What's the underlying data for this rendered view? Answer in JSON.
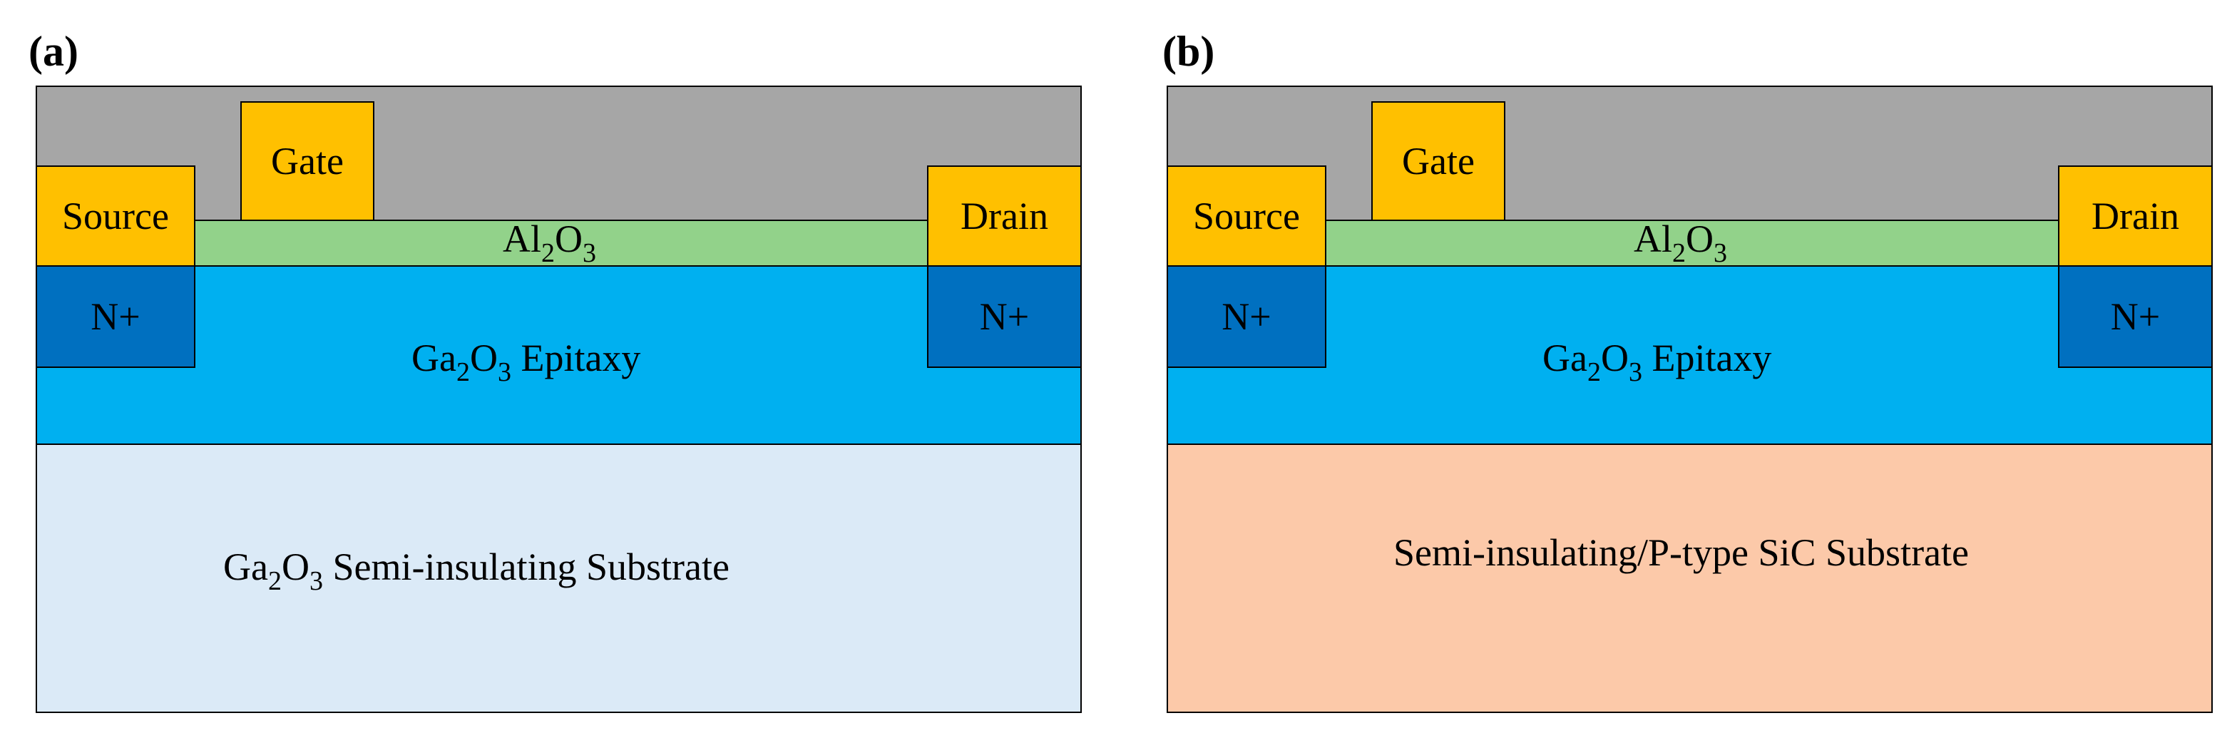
{
  "panels": [
    {
      "label": "(a)",
      "gate": "Gate",
      "source": "Source",
      "drain": "Drain",
      "oxide": {
        "p1": "Al",
        "s1": "2",
        "p2": "O",
        "s2": "3"
      },
      "n_left": "N+",
      "n_right": "N+",
      "epi": {
        "p1": "Ga",
        "s1": "2",
        "p2": "O",
        "s2": "3",
        "rest": " Epitaxy"
      },
      "substrate": {
        "p1": "Ga",
        "s1": "2",
        "p2": "O",
        "s2": "3",
        "rest": " Semi-insulating Substrate"
      }
    },
    {
      "label": "(b)",
      "gate": "Gate",
      "source": "Source",
      "drain": "Drain",
      "oxide": {
        "p1": "Al",
        "s1": "2",
        "p2": "O",
        "s2": "3"
      },
      "n_left": "N+",
      "n_right": "N+",
      "epi": {
        "p1": "Ga",
        "s1": "2",
        "p2": "O",
        "s2": "3",
        "rest": " Epitaxy"
      },
      "substrate_text": "Semi-insulating/P-type SiC Substrate"
    }
  ],
  "colors": {
    "passivation": "#a6a6a6",
    "metal": "#ffc000",
    "oxide": "#92d28a",
    "epi": "#00b0f0",
    "nplus": "#0070c0",
    "substrate_a": "#dbeaf7",
    "substrate_b": "#fcc9a9"
  }
}
